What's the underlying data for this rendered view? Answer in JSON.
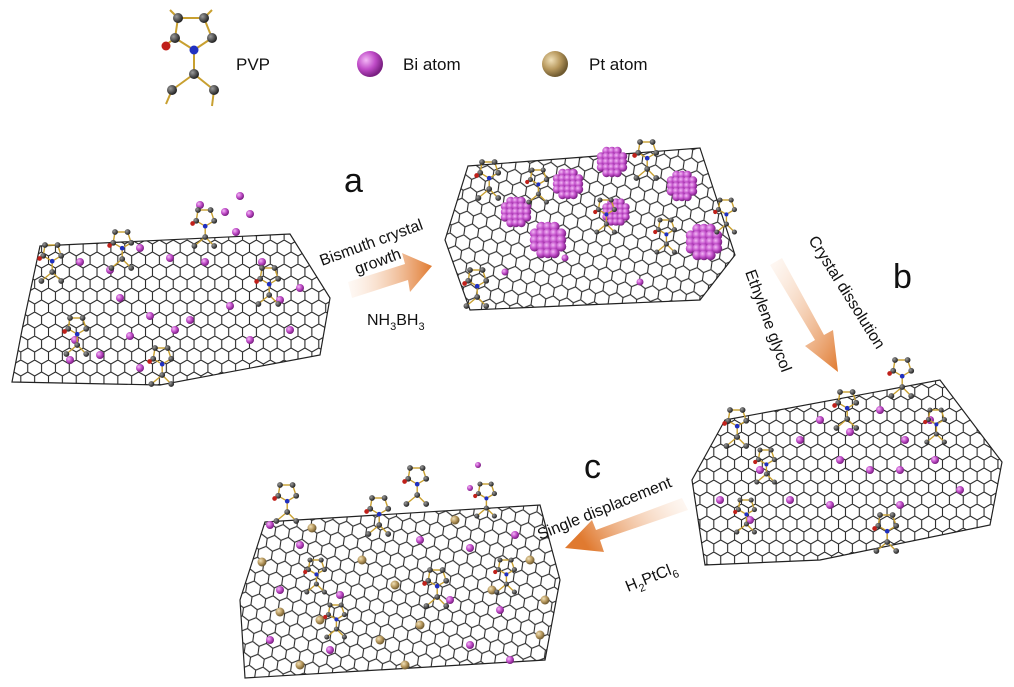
{
  "legend": {
    "pvp_label": "PVP",
    "bi_label": "Bi atom",
    "pt_label": "Pt atom"
  },
  "steps": {
    "a": "a",
    "b": "b",
    "c": "c"
  },
  "arrows": {
    "a_top_line1": "Bismuth crystal",
    "a_top_line2": "growth",
    "a_bottom_prefix": "NH",
    "a_bottom_sub1": "3",
    "a_bottom_mid": "BH",
    "a_bottom_sub2": "3",
    "b_outer": "Crystal dissolution",
    "b_inner": "Ethylene glycol",
    "c_top": "Single displacement",
    "c_bottom_prefix": "H",
    "c_bottom_sub1": "2",
    "c_bottom_mid": "PtCl",
    "c_bottom_sub2": "6"
  },
  "colors": {
    "bi": "#c04cc8",
    "pt": "#b8995e",
    "carbon": "#3a3a3a",
    "arrow": "#e07a30",
    "oxygen": "#c0201a",
    "nitrogen": "#2030c0",
    "bond": "#c8a030"
  }
}
